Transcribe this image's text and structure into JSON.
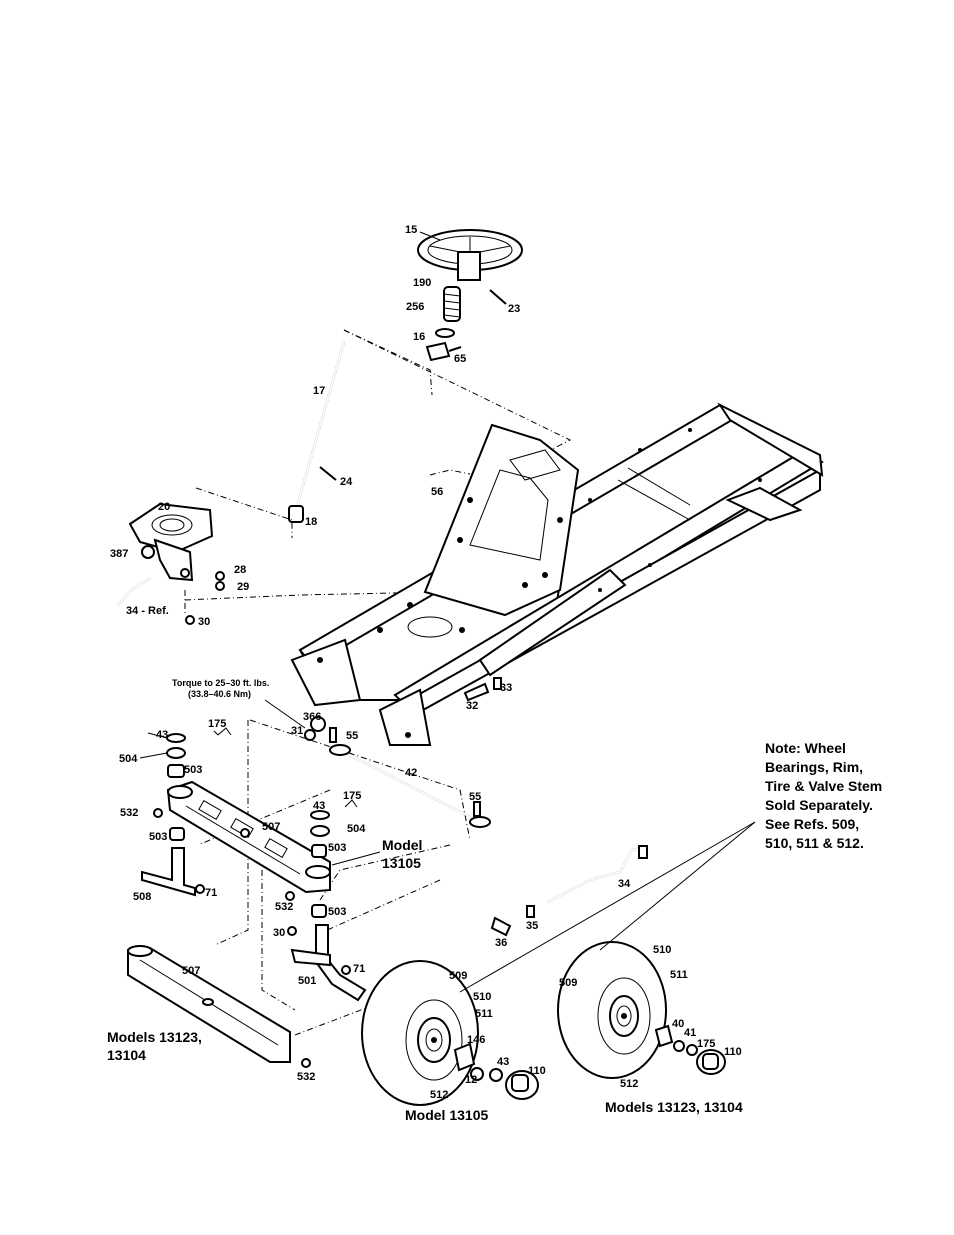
{
  "callouts": [
    "15",
    "190",
    "23",
    "256",
    "16",
    "65",
    "17",
    "24",
    "56",
    "20",
    "18",
    "387",
    "28",
    "29",
    "34 - Ref.",
    "30",
    "33",
    "32",
    "366",
    "31",
    "55",
    "175",
    "43",
    "504",
    "503",
    "42",
    "532",
    "507",
    "508",
    "71",
    "501",
    "509",
    "510",
    "511",
    "512",
    "146",
    "12",
    "110",
    "36",
    "35",
    "34",
    "40",
    "41"
  ],
  "torque_note": {
    "line1": "Torque to 25–30 ft. lbs.",
    "line2": "(33.8–40.6 Nm)"
  },
  "model_label": {
    "line1": "Model",
    "line2": "13105"
  },
  "models_left": {
    "line1": "Models 13123,",
    "line2": "13104"
  },
  "wheel_note": {
    "line1": "Note:  Wheel",
    "line2": "Bearings, Rim,",
    "line3": "Tire & Valve Stem",
    "line4": "Sold Separately.",
    "line5": "See Refs. 509,",
    "line6": "510, 511 & 512."
  },
  "caption_13105": "Model 13105",
  "caption_13123": "Models 13123, 13104"
}
